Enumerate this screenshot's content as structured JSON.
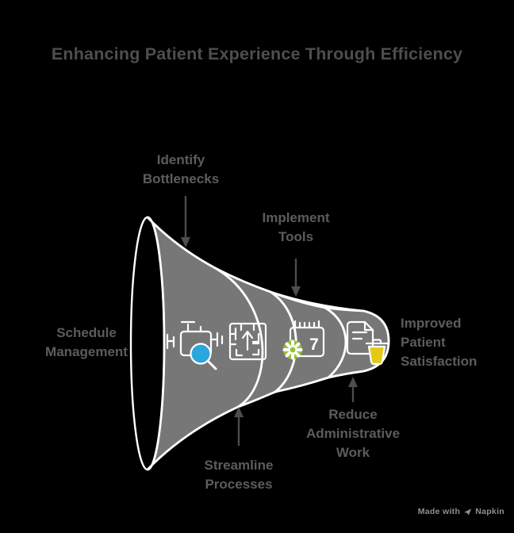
{
  "title": "Enhancing Patient Experience Through Efficiency",
  "labels": {
    "schedule_management": {
      "lines": [
        "Schedule",
        "Management"
      ]
    },
    "identify_bottlenecks": {
      "lines": [
        "Identify",
        "Bottlenecks"
      ]
    },
    "implement_tools": {
      "lines": [
        "Implement",
        "Tools"
      ]
    },
    "streamline_processes": {
      "lines": [
        "Streamline",
        "Processes"
      ]
    },
    "reduce_administrative_work": {
      "lines": [
        "Reduce",
        "Administrative",
        "Work"
      ]
    },
    "improved_patient_satisfaction": {
      "lines": [
        "Improved",
        "Patient",
        "Satisfaction"
      ]
    }
  },
  "funnel": {
    "segments": [
      {
        "name": "identify-bottlenecks",
        "color": "#2AA7DC",
        "icon": "engine-search-icon"
      },
      {
        "name": "streamline-processes",
        "color": "#3CC47F",
        "icon": "maze-icon"
      },
      {
        "name": "implement-tools",
        "color": "#95C230",
        "icon": "calendar-gear-icon"
      },
      {
        "name": "reduce-administrative-work",
        "color": "#E2CA15",
        "icon": "document-trash-icon"
      }
    ],
    "outline_color": "#FFFFFF",
    "calendar_digit": "7"
  },
  "colors": {
    "background": "#000000",
    "title_text": "#4D4E50",
    "label_text": "#5B5C5E",
    "arrow": "#4D4D4D",
    "credit_text": "#909090"
  },
  "footer": {
    "made_with": "Made with",
    "brand": "Napkin"
  }
}
